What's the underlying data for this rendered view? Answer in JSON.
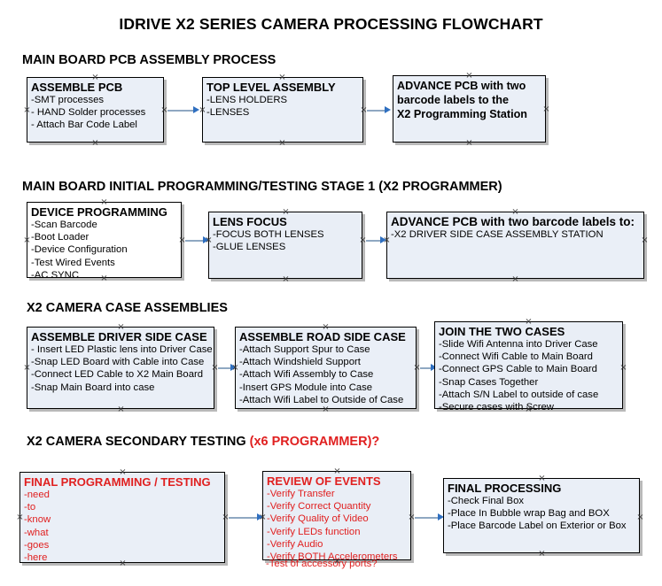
{
  "title": "IDRIVE X2  SERIES CAMERA PROCESSING FLOWCHART",
  "colors": {
    "accent_red": "#e02020",
    "box_fill": "#eaeff7",
    "box_fill_white": "#ffffff",
    "connector": "#8fa8c2",
    "arrow": "#2f6fc0",
    "text": "#000000"
  },
  "sections": [
    {
      "id": "main-board-pcb-assembly",
      "header": "MAIN BOARD PCB ASSEMBLY PROCESS",
      "header_accent": "",
      "nodes": [
        {
          "id": "assemble-pcb",
          "title": "ASSEMBLE PCB",
          "items": [
            "-SMT processes",
            "- HAND Solder processes",
            "- Attach Bar Code Label"
          ]
        },
        {
          "id": "top-level-assembly",
          "title": "TOP LEVEL ASSEMBLY",
          "items": [
            "-LENS HOLDERS",
            "-LENSES"
          ]
        },
        {
          "id": "advance-pcb-to-programming-station",
          "title": "",
          "items": [
            "ADVANCE PCB with two",
            "barcode labels to the",
            " X2 Programming Station"
          ]
        }
      ]
    },
    {
      "id": "main-board-initial-programming",
      "header": "MAIN BOARD INITIAL PROGRAMMING/TESTING STAGE 1 (X2 PROGRAMMER)",
      "header_accent": "",
      "nodes": [
        {
          "id": "device-programming",
          "title": "DEVICE PROGRAMMING",
          "items": [
            "-Scan Barcode",
            "-Boot Loader",
            "-Device Configuration",
            "-Test Wired Events",
            "-AC SYNC"
          ]
        },
        {
          "id": "lens-focus",
          "title": "LENS FOCUS",
          "items": [
            "-FOCUS BOTH LENSES",
            "-GLUE LENSES"
          ]
        },
        {
          "id": "advance-pcb-to-driver-side-case",
          "title": "ADVANCE PCB with two barcode labels to:",
          "items": [
            "-X2 DRIVER  SIDE  CASE  ASSEMBLY STATION"
          ]
        }
      ]
    },
    {
      "id": "x2-camera-case-assemblies",
      "header": "X2 CAMERA CASE ASSEMBLIES",
      "header_accent": "",
      "nodes": [
        {
          "id": "assemble-driver-side-case",
          "title": "ASSEMBLE DRIVER SIDE CASE",
          "items": [
            "- Insert LED Plastic lens into Driver Case",
            "-Snap LED Board with Cable into Case",
            "-Connect LED Cable to X2 Main Board",
            "-Snap Main Board into case"
          ]
        },
        {
          "id": "assemble-road-side-case",
          "title": "ASSEMBLE ROAD SIDE CASE",
          "items": [
            "-Attach Support Spur to Case",
            "-Attach Windshield Support",
            "-Attach Wifi Assembly to Case",
            "-Insert GPS Module into Case",
            "-Attach Wifi Label to Outside of Case"
          ]
        },
        {
          "id": "join-the-two-cases",
          "title": "JOIN THE TWO CASES",
          "items": [
            "-Slide Wifi Antenna into Driver Case",
            "-Connect Wifi Cable to Main Board",
            "-Connect GPS Cable to Main Board",
            "-Snap Cases Together",
            "-Attach S/N Label to outside of case",
            "-Secure cases with Screw"
          ]
        }
      ]
    },
    {
      "id": "x2-camera-secondary-testing",
      "header": "X2 CAMERA SECONDARY TESTING ",
      "header_accent": "(x6 PROGRAMMER)?",
      "nodes": [
        {
          "id": "final-programming-testing",
          "title": "FINAL PROGRAMMING / TESTING",
          "items": [
            "-need",
            "-to",
            "-know",
            "-what",
            "-goes",
            "-here"
          ]
        },
        {
          "id": "review-of-events",
          "title": "REVIEW OF EVENTS",
          "items": [
            "-Verify Transfer",
            "-Verify Correct Quantity",
            "-Verify Quality of Video",
            "-Verify LEDs function",
            "-Verify Audio",
            "-Verify BOTH Accelerometers"
          ],
          "overflow_item": "-Test of accessory ports?"
        },
        {
          "id": "final-processing",
          "title": "FINAL PROCESSING",
          "items": [
            " -Check Final Box",
            "-Place In Bubble wrap Bag and BOX",
            "-Place Barcode Label on Exterior or Box"
          ]
        }
      ]
    }
  ]
}
